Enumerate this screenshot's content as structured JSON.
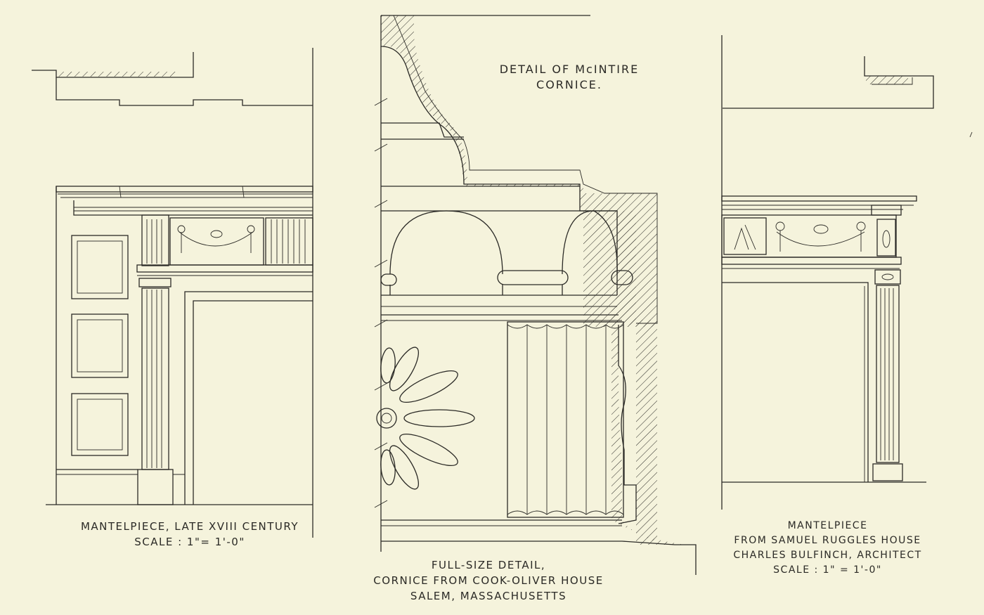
{
  "left_panel": {
    "caption_line1": "MANTELPIECE, LATE XVIII CENTURY",
    "caption_line2": "SCALE : 1\"= 1'-0\""
  },
  "center_panel": {
    "title_line1": "DETAIL OF McINTIRE",
    "title_line2": "CORNICE.",
    "caption_line1": "FULL-SIZE DETAIL,",
    "caption_line2": "CORNICE FROM COOK-OLIVER HOUSE",
    "caption_line3": "SALEM, MASSACHUSETTS"
  },
  "right_panel": {
    "caption_line1": "MANTELPIECE",
    "caption_line2": "FROM SAMUEL RUGGLES HOUSE",
    "caption_line3": "CHARLES BULFINCH, ARCHITECT",
    "caption_line4": "SCALE : 1\" = 1'-0\""
  },
  "colors": {
    "paper": "#f5f3dc",
    "ink": "#2b2a26"
  }
}
